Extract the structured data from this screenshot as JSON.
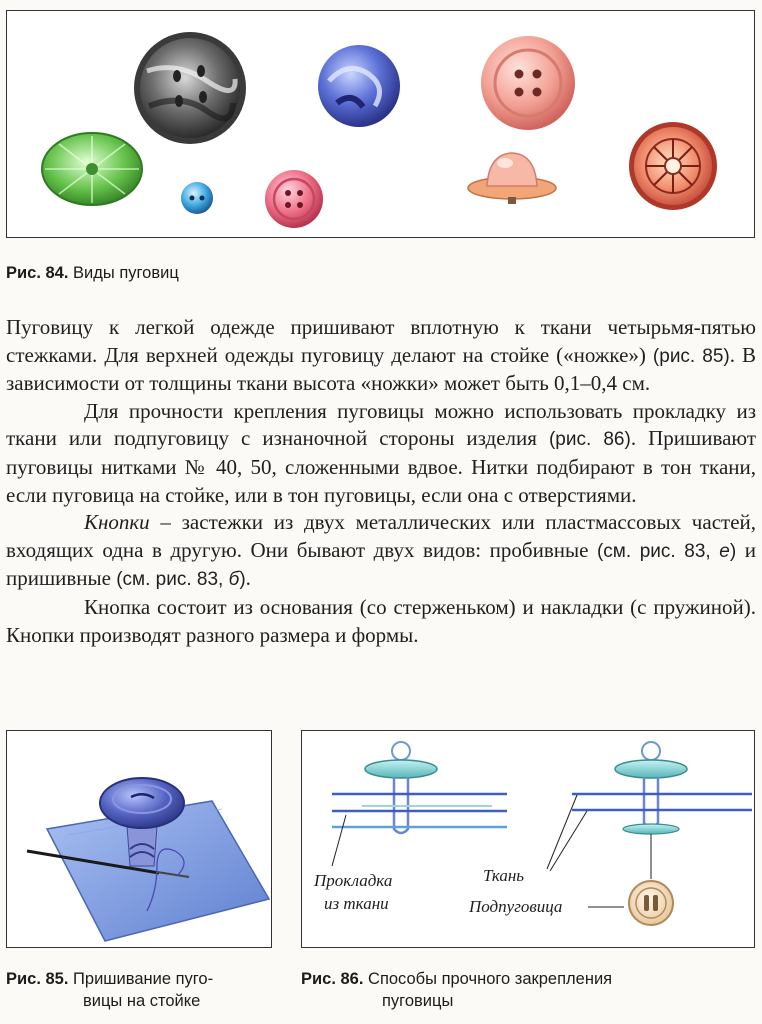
{
  "fig84": {
    "num": "Рис. 84.",
    "title": "Виды пуговиц"
  },
  "paragraphs": {
    "p1": {
      "a": "Пуговицу к легкой одежде пришивают вплотную к ткани четырьмя-пятью стежками. Для верхней одежды пуговицу делают на стойке («ножке») ",
      "ref": "(рис. 85)",
      "b": ". В зависимости от толщины ткани высота «ножки» может быть 0,1–0,4 см."
    },
    "p2": {
      "a": "Для прочности крепления пуговицы можно использовать прокладку из ткани или подпуговицу с изнаночной стороны изделия ",
      "ref": "(рис. 86)",
      "b": ". Пришивают пуговицы нитками № 40, 50, сложенными вдвое. Нитки подбирают в тон ткани, если пуговица на стойке, или в тон пуговицы, если она с отверстиями."
    },
    "p3": {
      "term": "Кнопки",
      "a": " – застежки из двух металлических или пластмассовых частей, входящих одна в другую. Они бывают двух видов: пробивные ",
      "ref1": "(см. рис. 83, ",
      "ref1_letter": "е",
      "ref1_end": ")",
      "b": " и пришивные ",
      "ref2": "(см. рис. 83, ",
      "ref2_letter": "б",
      "ref2_end": ")",
      "c": "."
    },
    "p4": {
      "text": "Кнопка состоит из основания (со стерженьком) и накладки (с пружиной). Кнопки производят разного размера и формы."
    }
  },
  "fig85": {
    "num": "Рис. 85.",
    "title_line1": "Пришивание пуго-",
    "title_line2": "вицы на стойке"
  },
  "fig86": {
    "num": "Рис. 86.",
    "title_line1": "Способы прочного закрепления",
    "title_line2": "пуговицы",
    "labels": {
      "lining_line1": "Прокладка",
      "lining_line2": "из ткани",
      "fabric": "Ткань",
      "underbutton": "Подпуговица"
    }
  },
  "colors": {
    "frame_border": "#333333",
    "fabric_blue": "#6f8fd8",
    "button_navy": "#3a4a95",
    "teal": "#7fd0d0",
    "pink": "#e98a86"
  }
}
